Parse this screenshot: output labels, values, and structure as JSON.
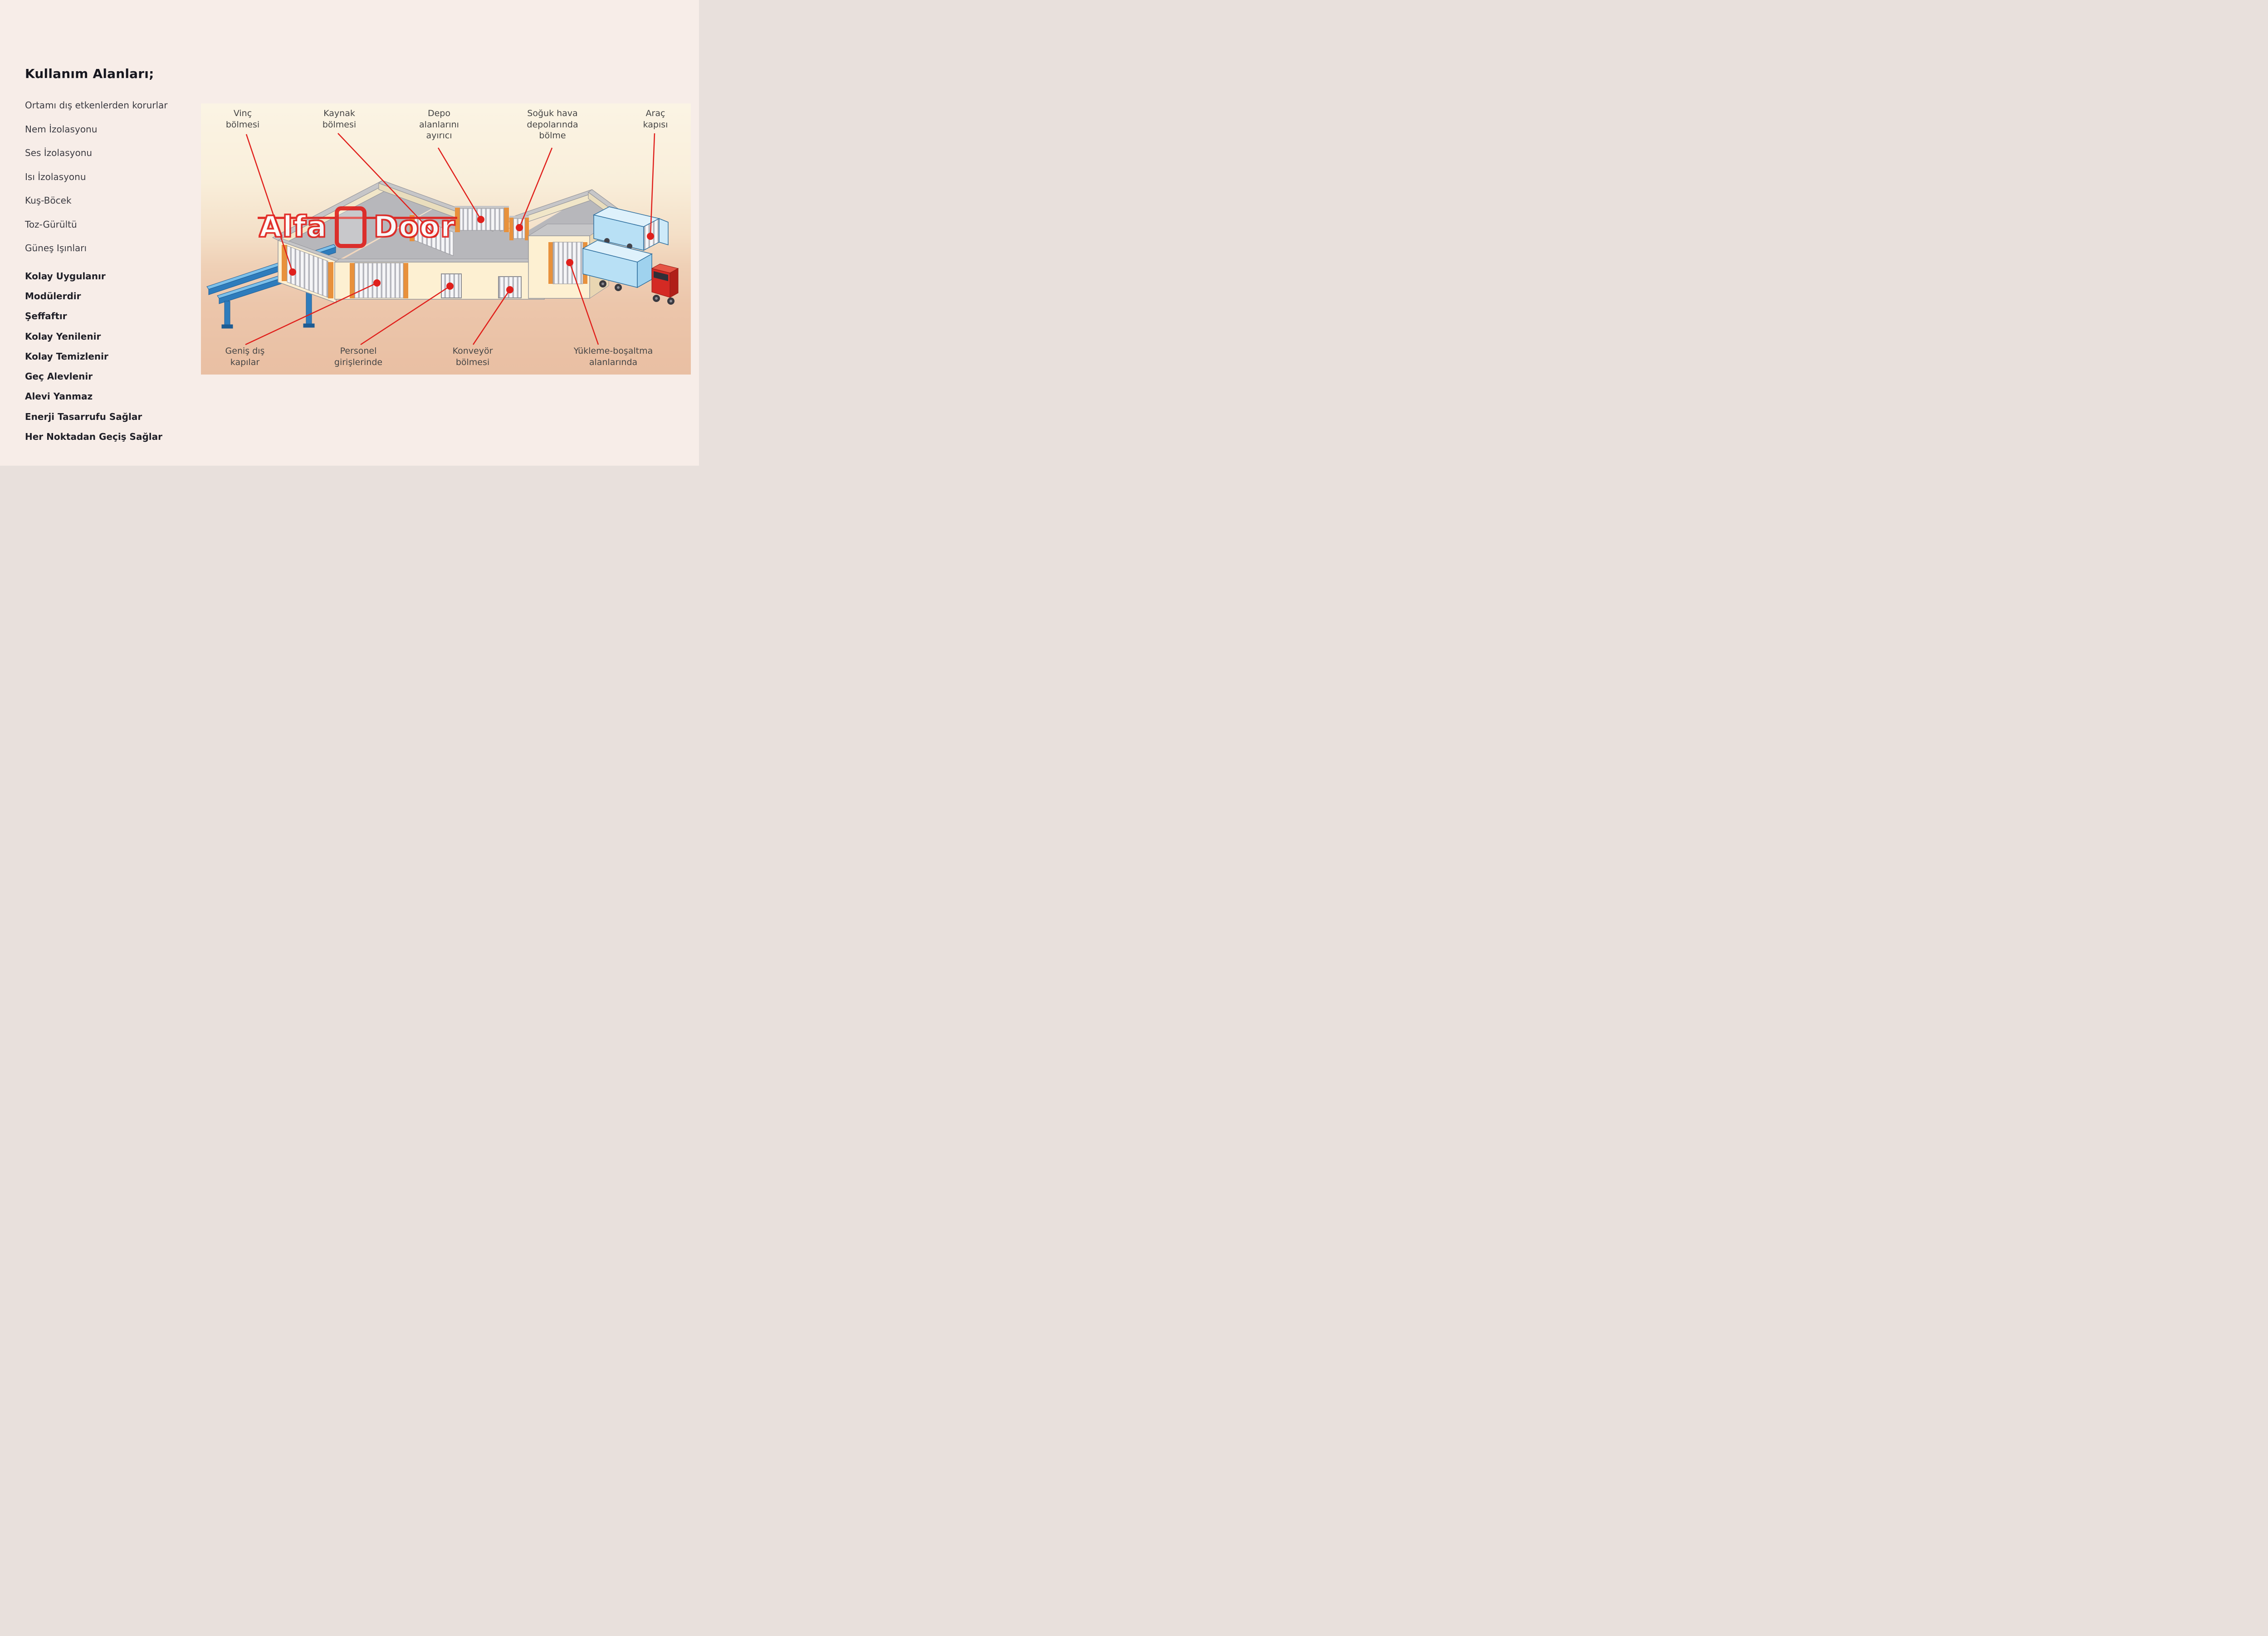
{
  "page": {
    "background": "#f7ede8",
    "title": "Kullanım Alanları;"
  },
  "features": {
    "plain": [
      "Ortamı dış etkenlerden korurlar",
      "Nem İzolasyonu",
      "Ses İzolasyonu",
      "Isı İzolasyonu",
      "Kuş-Böcek",
      "Toz-Gürültü",
      "Güneş Işınları"
    ],
    "bold": [
      "Kolay Uygulanır",
      "Modülerdir",
      "Şeffaftır",
      "Kolay Yenilenir",
      "Kolay Temizlenir",
      "Geç Alevlenir",
      "Alevi Yanmaz",
      "Enerji Tasarrufu Sağlar",
      "Her Noktadan Geçiş Sağlar"
    ]
  },
  "diagram": {
    "labels": {
      "vinc": "Vinç bölmesi",
      "kaynak": "Kaynak bölmesi",
      "depo": "Depo alanlarını ayırıcı",
      "soguk": "Soğuk hava depolarında bölme",
      "arac": "Araç kapısı",
      "genis": "Geniş dış kapılar",
      "personel": "Personel girişlerinde",
      "konveyor": "Konveyör bölmesi",
      "yukleme": "Yükleme-boşaltma alanlarında"
    },
    "watermark": {
      "word1": "Alfa",
      "word2": "Door"
    },
    "colors": {
      "callout_red": "#e0201c",
      "door_frame_orange": "#e8913c",
      "crane_blue": "#2e7cbc",
      "trailer_blue": "#b8e0f5",
      "truck_red": "#d42a24",
      "building_cream": "#fdf0d2",
      "roof_gray": "#b7b7bb"
    }
  }
}
